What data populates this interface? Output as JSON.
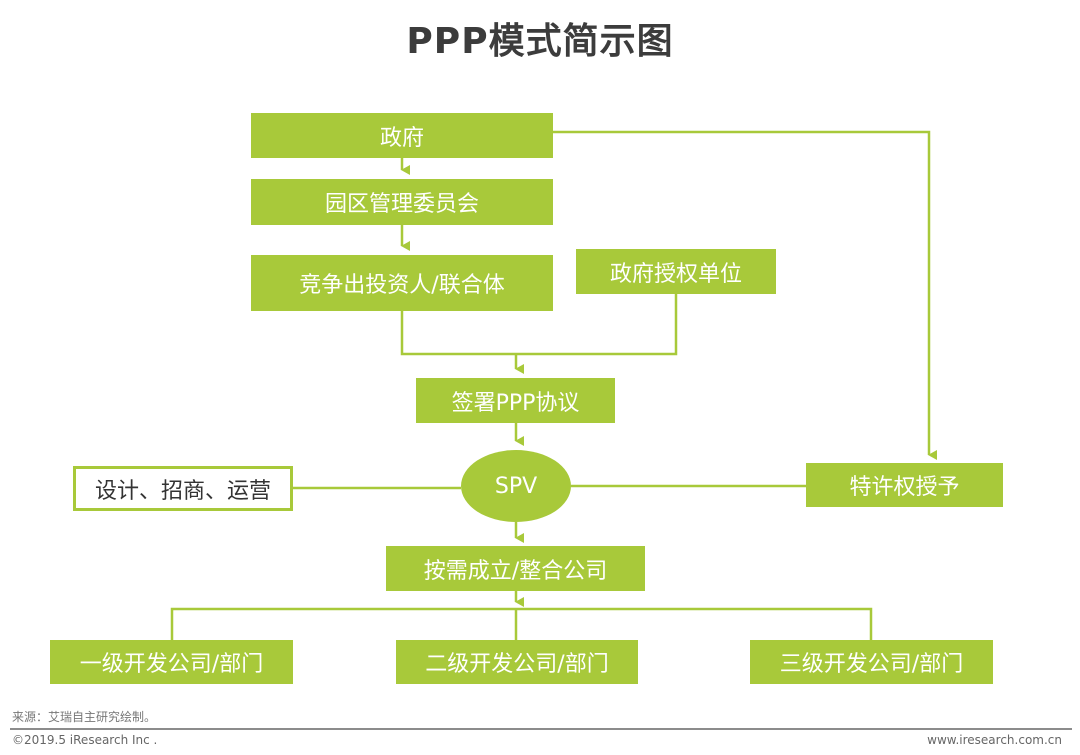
{
  "title": "PPP模式简示图",
  "accent_color": "#a8c93a",
  "nodes": {
    "government": "政府",
    "park_committee": "园区管理委员会",
    "investor": "竞争出投资人/联合体",
    "authorized_unit": "政府授权单位",
    "ppp_agreement": "签署PPP协议",
    "spv": "SPV",
    "design_ops": "设计、招商、运营",
    "franchise": "特许权授予",
    "establish": "按需成立/整合公司",
    "level1": "一级开发公司/部门",
    "level2": "二级开发公司/部门",
    "level3": "三级开发公司/部门"
  },
  "footer": {
    "source": "来源：艾瑞自主研究绘制。",
    "copyright": "©2019.5 iResearch Inc .",
    "website": "www.iresearch.com.cn"
  }
}
